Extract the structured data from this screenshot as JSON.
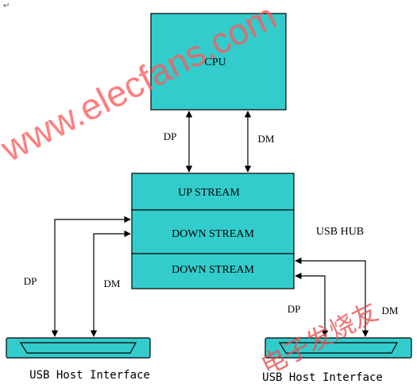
{
  "corner_mark": "↵",
  "blocks": {
    "cpu": "CPU",
    "up_stream": "UP STREAM",
    "down_stream_1": "DOWN STREAM",
    "down_stream_2": "DOWN STREAM"
  },
  "labels": {
    "dp_top": "DP",
    "dm_top": "DM",
    "usb_hub": "USB HUB",
    "dp_left": "DP",
    "dm_left": "DM",
    "dp_right": "DP",
    "dm_right": "DM"
  },
  "connectors": {
    "left": "USB Host Interface",
    "right": "USB Host Interface"
  },
  "watermark": {
    "english": "www.elecfans.com",
    "chinese": "电子发烧友"
  },
  "colors": {
    "block_fill": "#33cccc",
    "watermark": "#ff5a5a"
  }
}
